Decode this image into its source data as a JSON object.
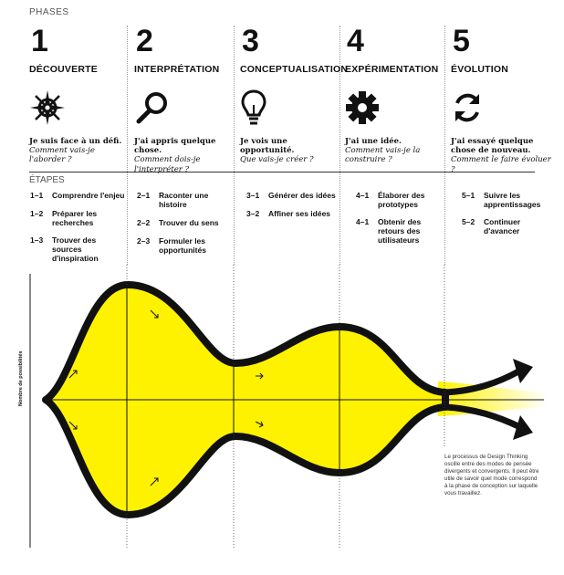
{
  "header": {
    "phases_label": "PHASES",
    "steps_label": "ÉTAPES"
  },
  "phases": [
    {
      "num": "1",
      "name": "DÉCOUVERTE",
      "icon": "compass-icon",
      "q1": "Je suis face à un défi.",
      "q2": "Comment vais-je l'aborder ?"
    },
    {
      "num": "2",
      "name": "INTERPRÉTATION",
      "icon": "magnifier-icon",
      "q1": "J'ai appris quelque chose.",
      "q2": "Comment dois-je l'interpréter ?"
    },
    {
      "num": "3",
      "name": "CONCEPTUALISATION",
      "icon": "lightbulb-icon",
      "q1": "Je vois une opportunité.",
      "q2": "Que vais-je créer ?"
    },
    {
      "num": "4",
      "name": "EXPÉRIMENTATION",
      "icon": "gear-icon",
      "q1": "J'ai une idée.",
      "q2": "Comment vais-je la construire ?"
    },
    {
      "num": "5",
      "name": "ÉVOLUTION",
      "icon": "refresh-icon",
      "q1": "J'ai essayé quelque chose de nouveau.",
      "q2": "Comment le faire évoluer ?"
    }
  ],
  "steps": [
    [
      {
        "code": "1–1",
        "text": "Comprendre l'enjeu"
      },
      {
        "code": "1–2",
        "text": "Préparer les recherches"
      },
      {
        "code": "1–3",
        "text": "Trouver des sources d'inspiration"
      }
    ],
    [
      {
        "code": "2–1",
        "text": "Raconter une histoire"
      },
      {
        "code": "2–2",
        "text": "Trouver du sens"
      },
      {
        "code": "2–3",
        "text": "Formuler les opportunités"
      }
    ],
    [
      {
        "code": "3–1",
        "text": "Générer des idées"
      },
      {
        "code": "3–2",
        "text": "Affiner ses idées"
      }
    ],
    [
      {
        "code": "4–1",
        "text": "Élaborer des prototypes"
      },
      {
        "code": "4–1",
        "text": "Obtenir des retours des utilisateurs"
      }
    ],
    [
      {
        "code": "5–1",
        "text": "Suivre les apprentissages"
      },
      {
        "code": "5–2",
        "text": "Continuer d'avancer"
      }
    ]
  ],
  "diagram": {
    "y_label": "Nombre de possibilités",
    "note": "Le processus de Design Thinking oscille entre des modes de pensée divergents et convergents. Il peut être utile de savoir quel mode correspond à la phase de conception sur laquelle vous travaillez.",
    "colors": {
      "fill": "#fff200",
      "stroke": "#111111"
    }
  }
}
